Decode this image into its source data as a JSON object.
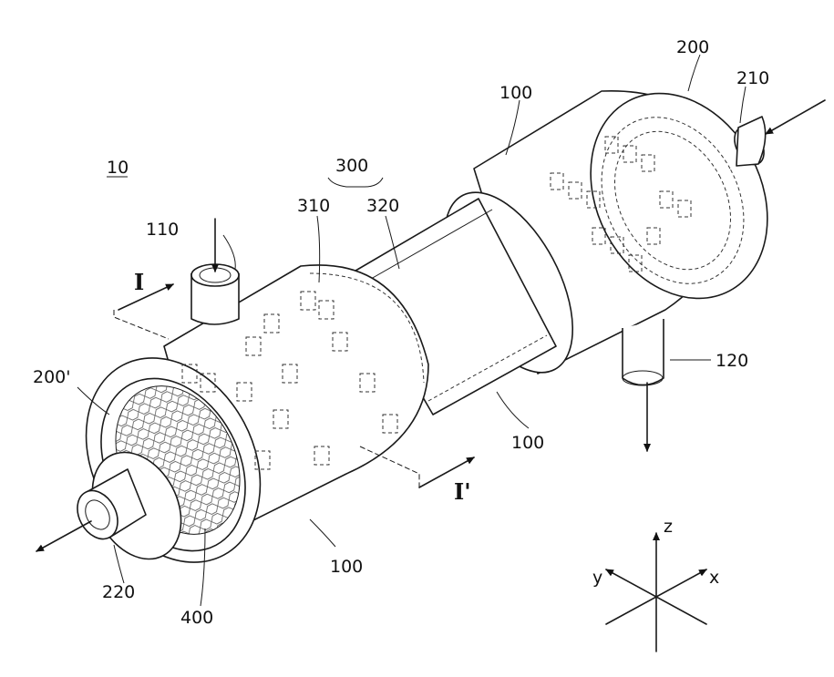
{
  "labels": {
    "ref_10": "10",
    "ref_110": "110",
    "ref_120": "120",
    "ref_100_top": "100",
    "ref_100_mid": "100",
    "ref_100_bot": "100",
    "ref_200": "200",
    "ref_200p": "200'",
    "ref_210": "210",
    "ref_220": "220",
    "ref_300": "300",
    "ref_310": "310",
    "ref_320": "320",
    "ref_400": "400",
    "section_I": "I",
    "section_Ip": "I'"
  },
  "axes": {
    "x": "x",
    "y": "y",
    "z": "z"
  }
}
